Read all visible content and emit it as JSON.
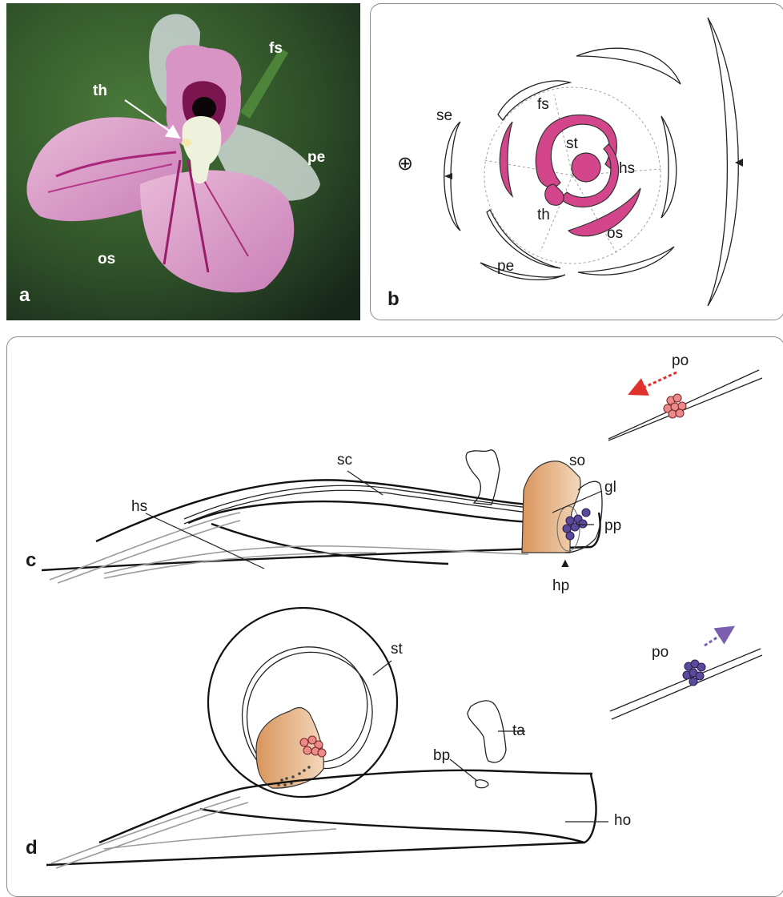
{
  "panel_a": {
    "letter": "a",
    "labels": {
      "fs": "fs",
      "th": "th",
      "pe": "pe",
      "os": "os"
    }
  },
  "panel_b": {
    "letter": "b",
    "symbol": "⊕",
    "labels": {
      "se": "se",
      "fs": "fs",
      "st": "st",
      "hs": "hs",
      "th": "th",
      "os": "os",
      "pe": "pe"
    }
  },
  "panel_c": {
    "letter": "c",
    "labels": {
      "po": "po",
      "sc": "sc",
      "so": "so",
      "gl": "gl",
      "hs": "hs",
      "pp": "pp",
      "hp": "hp"
    },
    "hp_marker": "▲"
  },
  "panel_d": {
    "letter": "d",
    "labels": {
      "po": "po",
      "st": "st",
      "bp": "bp",
      "ta": "ta",
      "ho": "ho"
    }
  },
  "colors": {
    "flower_pink": "#d4468b",
    "pollen_red": "#ec8a8a",
    "pollen_blue": "#5b4a9c",
    "arrow_red": "#e0322d",
    "arrow_purple": "#7a5fb0",
    "stigma_tan": "#d9955c"
  }
}
